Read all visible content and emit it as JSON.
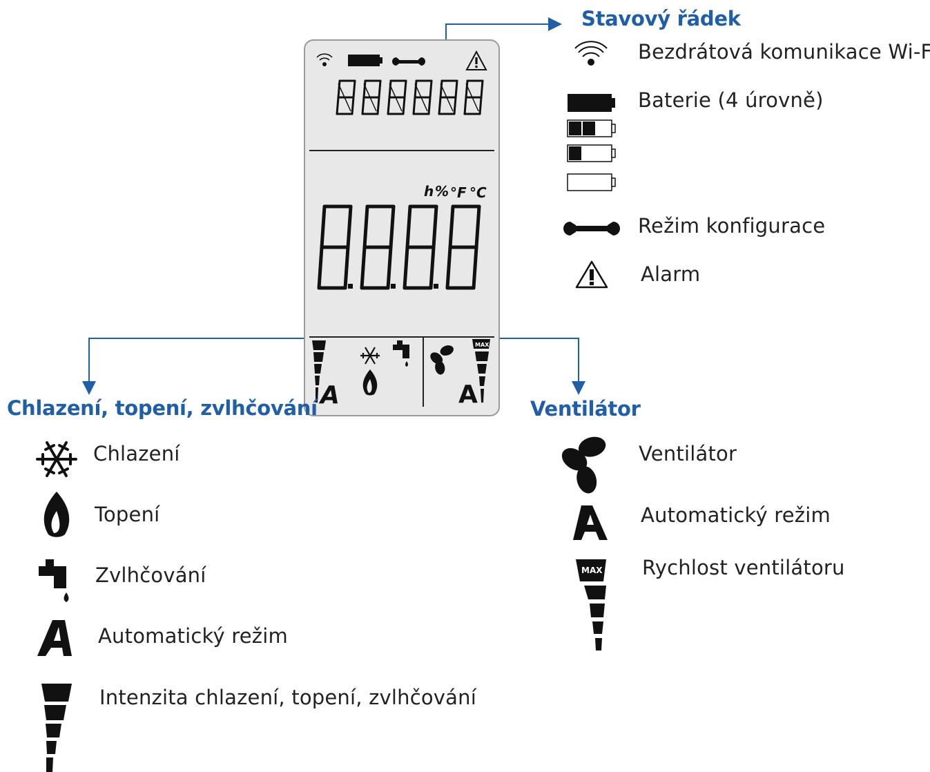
{
  "status_bar": {
    "heading": "Stavový řádek",
    "items": {
      "wifi": "Bezdrátová komunikace Wi-Fi",
      "battery": "Baterie (4 úrovně)",
      "config": "Režim konfigurace",
      "alarm": "Alarm"
    }
  },
  "display": {
    "units": {
      "h": "h",
      "percent": "%",
      "fahrenheit": "°F",
      "celsius": "°C"
    },
    "fan_max_badge": "MAX"
  },
  "left_section": {
    "heading": "Chlazení, topení, zvlhčování",
    "items": {
      "cooling": "Chlazení",
      "heating": "Topení",
      "humidifying": "Zvlhčování",
      "auto": "Automatický režim",
      "intensity": "Intenzita chlazení, topení, zvlhčování"
    }
  },
  "right_section": {
    "heading": "Ventilátor",
    "items": {
      "fan": "Ventilátor",
      "auto": "Automatický režim",
      "speed": "Rychlost ventilátoru"
    },
    "max_badge": "MAX"
  },
  "colors": {
    "accent": "#1f5fa8",
    "lcd_bg": "#e8e8e8",
    "ink": "#111111"
  },
  "icons": [
    "wifi-icon",
    "battery-icon",
    "wrench-icon",
    "alarm-icon",
    "snowflake-icon",
    "flame-icon",
    "faucet-icon",
    "auto-a-icon",
    "intensity-bars-icon",
    "fan-icon",
    "fan-speed-bars-icon"
  ]
}
